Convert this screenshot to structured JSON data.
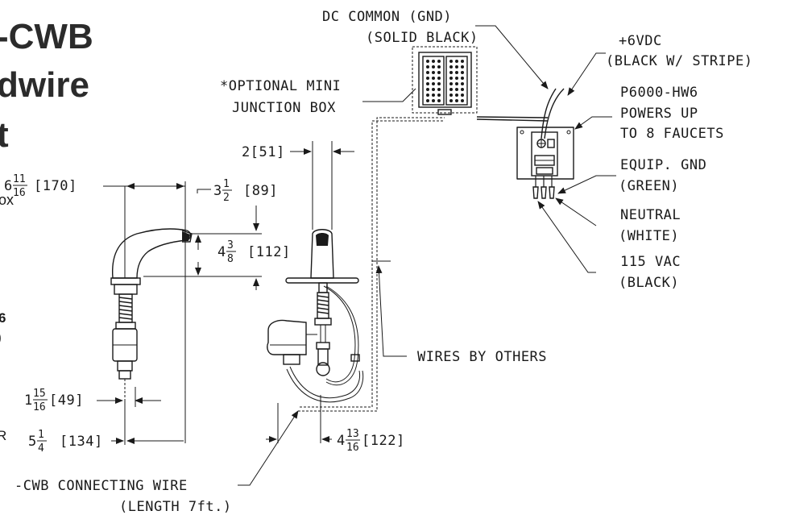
{
  "title": {
    "line1": "-CWB",
    "line2": "dwire",
    "line3": "t"
  },
  "left_cut": {
    "box_fragment": "ox",
    "num_fragment": "6",
    "letter_fragment": "R"
  },
  "labels": {
    "dc_common": "DC COMMON (GND)",
    "solid_black": "(SOLID BLACK)",
    "optional_mini": "*OPTIONAL MINI",
    "junction_box": "JUNCTION BOX",
    "plus6vdc": "+6VDC",
    "black_stripe": "(BLACK W/ STRIPE)",
    "p6000": "P6000-HW6",
    "powers_up": "POWERS UP",
    "to8": "TO 8 FAUCETS",
    "equip_gnd": "EQUIP. GND",
    "green": "(GREEN)",
    "neutral": "NEUTRAL",
    "white": "(WHITE)",
    "vac115": "115 VAC",
    "black": "(BLACK)",
    "wires_by_others": "WIRES BY OTHERS",
    "cwb_wire": "-CWB CONNECTING WIRE",
    "length": "(LENGTH 7ft.)"
  },
  "dimensions": {
    "d170": {
      "whole": "6",
      "num": "11",
      "den": "16",
      "mm": "[170]"
    },
    "d89": {
      "whole": "3",
      "num": "1",
      "den": "2",
      "mm": "[89]"
    },
    "d112": {
      "whole": "4",
      "num": "3",
      "den": "8",
      "mm": "[112]"
    },
    "d51": {
      "text": "2[51]"
    },
    "d49": {
      "whole": "1",
      "num": "15",
      "den": "16",
      "mm": "[49]"
    },
    "d134": {
      "whole": "5",
      "num": "1",
      "den": "4",
      "mm": "[134]"
    },
    "d122": {
      "whole": "4",
      "num": "13",
      "den": "16",
      "mm": "[122]"
    }
  }
}
